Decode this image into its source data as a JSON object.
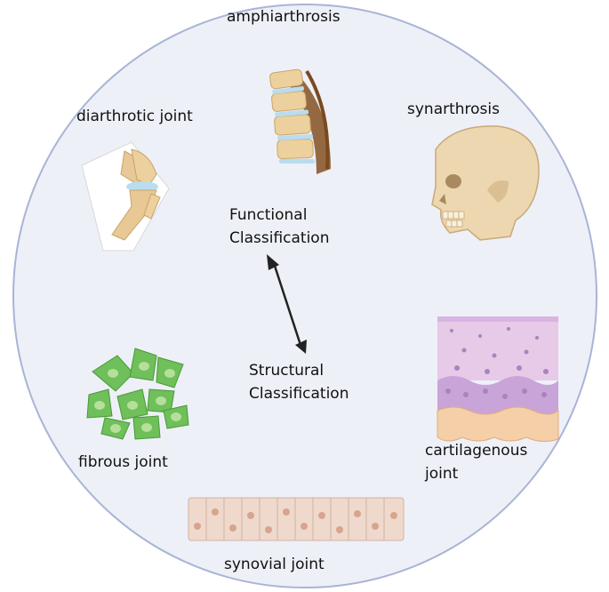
{
  "labels": {
    "amphiarthrosis": "amphiarthrosis",
    "diarthrotic": "diarthrotic joint",
    "synarthrosis": "synarthrosis",
    "functional_line1": "Functional",
    "functional_line2": "Classification",
    "structural_line1": "Structural",
    "structural_line2": "Classification",
    "fibrous": "fibrous joint",
    "cartilagenous_line1": "cartilagenous",
    "cartilagenous_line2": "joint",
    "synovial": "synovial joint"
  },
  "colors": {
    "circle_fill": "#eef0f8",
    "circle_stroke": "#a9b4d6",
    "arrow": "#222222",
    "bone": "#e8c894",
    "cartilage": "#b9dcef",
    "cell_green": "#6fbf5a",
    "nucleus_green": "#b5e09a",
    "tissue_pink": "#e7c9e8",
    "tissue_purple": "#c9a4d8",
    "tissue_orange": "#f4cfa8",
    "synovial_cell": "#e6c8b9"
  },
  "icons": [
    "spine-icon",
    "knee-icon",
    "skull-icon",
    "fibroblast-cells-icon",
    "cartilage-tissue-icon",
    "synovial-cells-icon"
  ]
}
